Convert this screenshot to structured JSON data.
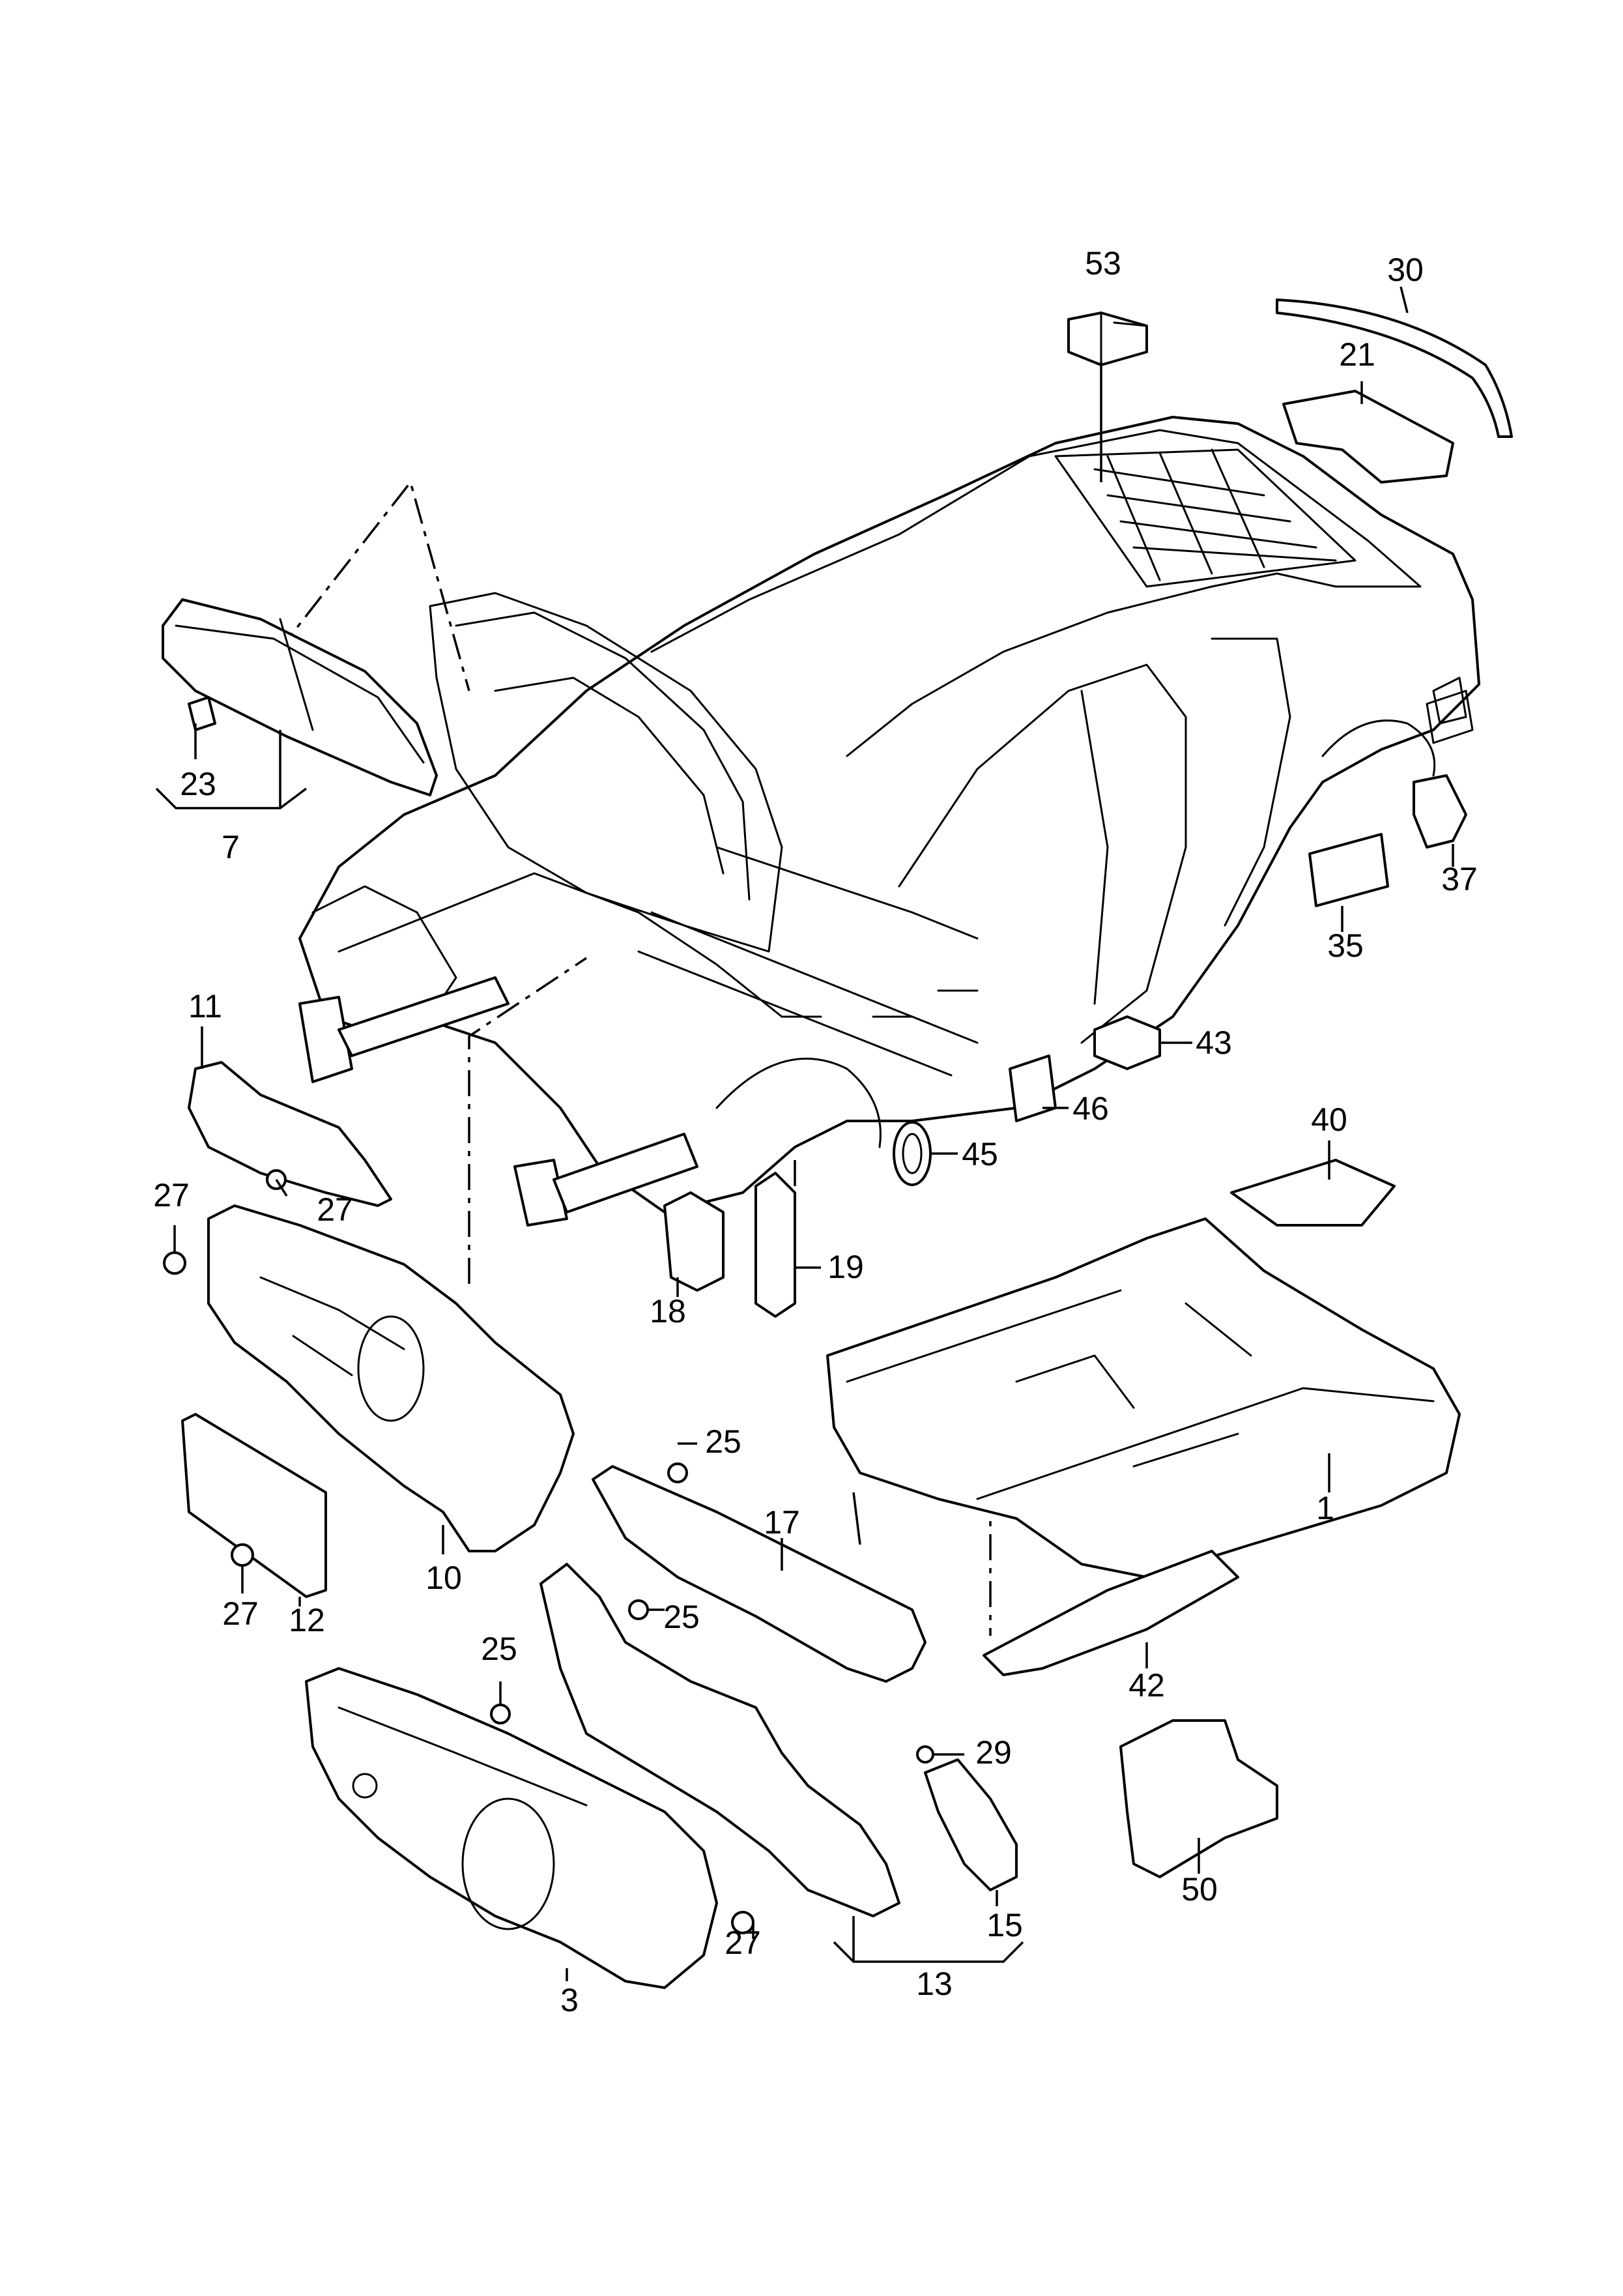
{
  "diagram": {
    "callouts": {
      "c1": "1",
      "c3": "3",
      "c7": "7",
      "c10": "10",
      "c11": "11",
      "c12": "12",
      "c13": "13",
      "c15": "15",
      "c17": "17",
      "c18": "18",
      "c19": "19",
      "c21": "21",
      "c23": "23",
      "c25a": "25",
      "c25b": "25",
      "c25c": "25",
      "c27a": "27",
      "c27b": "27",
      "c27c": "27",
      "c27d": "27",
      "c29": "29",
      "c30": "30",
      "c35": "35",
      "c37": "37",
      "c40": "40",
      "c42": "42",
      "c43": "43",
      "c45": "45",
      "c46": "46",
      "c50": "50",
      "c53": "53"
    }
  }
}
